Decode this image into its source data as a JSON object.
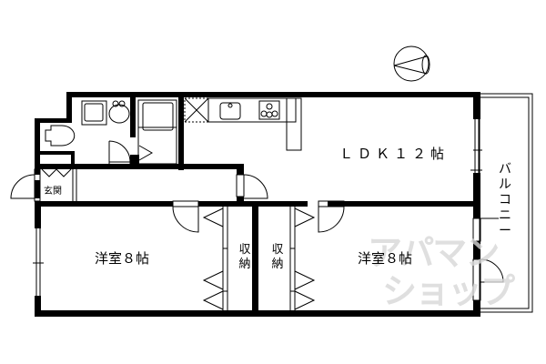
{
  "floor_plan": {
    "rooms": {
      "ldk": {
        "label": "ＬＤＫ１２帖",
        "type": "living-dining-kitchen",
        "size_jo": 12
      },
      "western_room_1": {
        "label": "洋室８帖",
        "type": "western-room",
        "size_jo": 8
      },
      "western_room_2": {
        "label": "洋室８帖",
        "type": "western-room",
        "size_jo": 8
      },
      "entrance": {
        "label": "玄関"
      },
      "closet_1": {
        "label": "収\n納",
        "chars": [
          "収",
          "納"
        ]
      },
      "closet_2": {
        "label": "収\n納",
        "chars": [
          "収",
          "納"
        ]
      },
      "balcony": {
        "label": "バルコニー",
        "chars": [
          "バ",
          "ル",
          "コ",
          "ニ",
          "ー"
        ]
      }
    },
    "fixtures": [
      "washbasin",
      "washing-machine",
      "toilet",
      "bathtub",
      "refrigerator-space",
      "kitchen-sink",
      "gas-stove",
      "counter"
    ],
    "compass": "north-arrow-pointing-left",
    "colors": {
      "wall": "#000000",
      "background": "#ffffff",
      "watermark": "#d8d8d8"
    }
  },
  "watermark": {
    "line1": "アパマン",
    "line2": "ショップ"
  }
}
